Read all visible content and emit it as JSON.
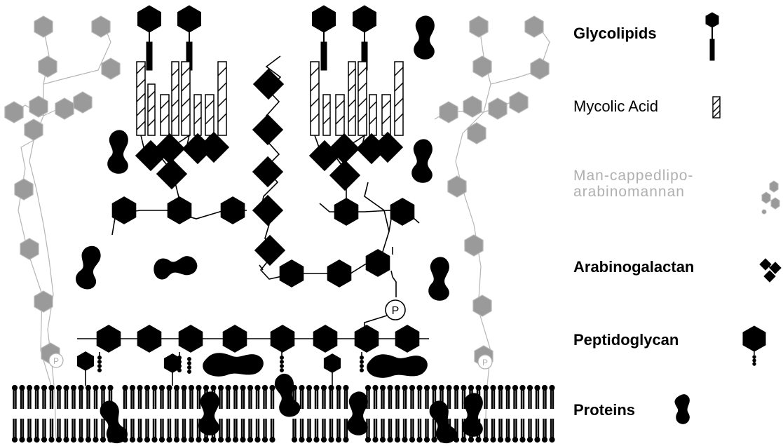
{
  "legend": {
    "glycolipids": "Glycolipids",
    "mycolic_acid": "Mycolic Acid",
    "lam_line1": "Man-cappedlipo-",
    "lam_line2": "arabinomannan",
    "arabinogalactan": "Arabinogalactan",
    "peptidoglycan": "Peptidoglycan",
    "proteins": "Proteins"
  },
  "phosphate_label": "P",
  "colors": {
    "ink": "#000000",
    "lam_grey": "#9a9a9a",
    "lam_label": "#b0b0b0",
    "background": "#ffffff"
  }
}
